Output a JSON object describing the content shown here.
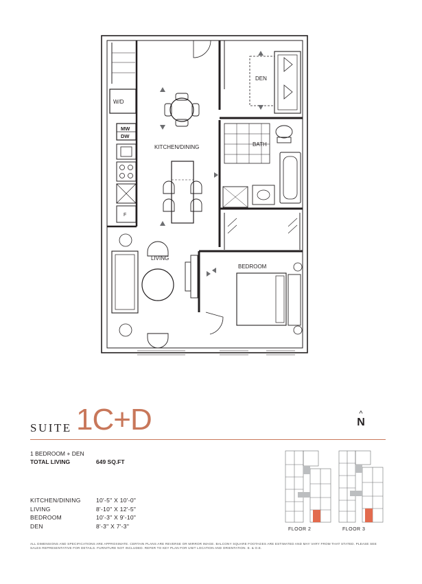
{
  "plan_labels": {
    "wd": "W/D",
    "mw": "MW",
    "dw": "DW",
    "f": "F",
    "den": "DEN",
    "bath": "BATH",
    "kitchen_dining": "KITCHEN/DINING",
    "living": "LIVING",
    "bedroom": "BEDROOM"
  },
  "suite": {
    "word": "SUITE",
    "code": "1C+D"
  },
  "north": {
    "arrow": "^",
    "letter": "N"
  },
  "summary": {
    "type": "1 BEDROOM + DEN",
    "total_label": "TOTAL LIVING",
    "total_value": "649 SQ.FT"
  },
  "rooms": [
    {
      "name": "KITCHEN/DINING",
      "dims": "10'-5\" X 10'-0\""
    },
    {
      "name": "LIVING",
      "dims": "8'-10\" X 12'-5\""
    },
    {
      "name": "BEDROOM",
      "dims": "10'-3\" X 9'-10\""
    },
    {
      "name": "DEN",
      "dims": "8'-3\" X 7'-3\""
    }
  ],
  "keyplans": {
    "floor2": "FLOOR 2",
    "floor3": "FLOOR 3",
    "highlight_color": "#e26b4e"
  },
  "disclaimer": "ALL DIMENSIONS AND SPECIFICATIONS ARE APPROXIMATE. CERTAIN PLANS ARE REVERSE OR MIRROR IMAGE. BALCONY SQUARE FOOTAGES ARE ESTIMATED AND MAY VARY FROM THAT STATED. PLEASE SEE SALES REPRESENTATIVE FOR DETAILS. FURNITURE NOT INCLUDED. REFER TO KEY PLAN FOR UNIT LOCATION AND ORIENTATION. E. & O.E.",
  "colors": {
    "accent": "#c8775a",
    "wall": "#231f20"
  }
}
